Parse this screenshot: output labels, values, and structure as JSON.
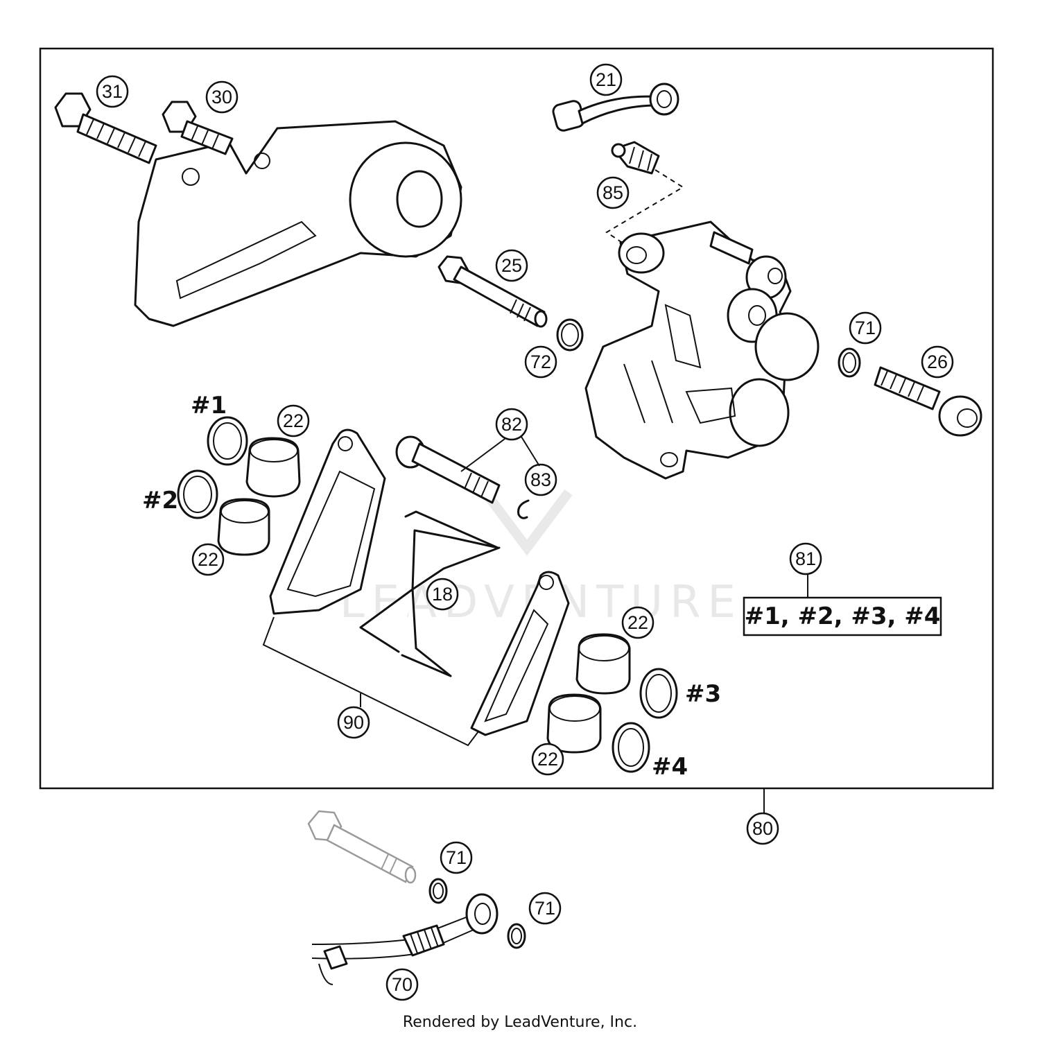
{
  "callouts": {
    "c31": "31",
    "c30": "30",
    "c21": "21",
    "c85": "85",
    "c25": "25",
    "c72": "72",
    "c71a": "71",
    "c26": "26",
    "c22a": "22",
    "c22b": "22",
    "c82": "82",
    "c83": "83",
    "c18": "18",
    "c81": "81",
    "c22c": "22",
    "c22d": "22",
    "c90": "90",
    "c80": "80",
    "c71b": "71",
    "c71c": "71",
    "c70": "70"
  },
  "marks": {
    "m1": "#1",
    "m2": "#2",
    "m3": "#3",
    "m4": "#4"
  },
  "kit_label": "#1, #2, #3, #4",
  "watermark": "LEADVENTURE",
  "footer": "Rendered by LeadVenture, Inc."
}
